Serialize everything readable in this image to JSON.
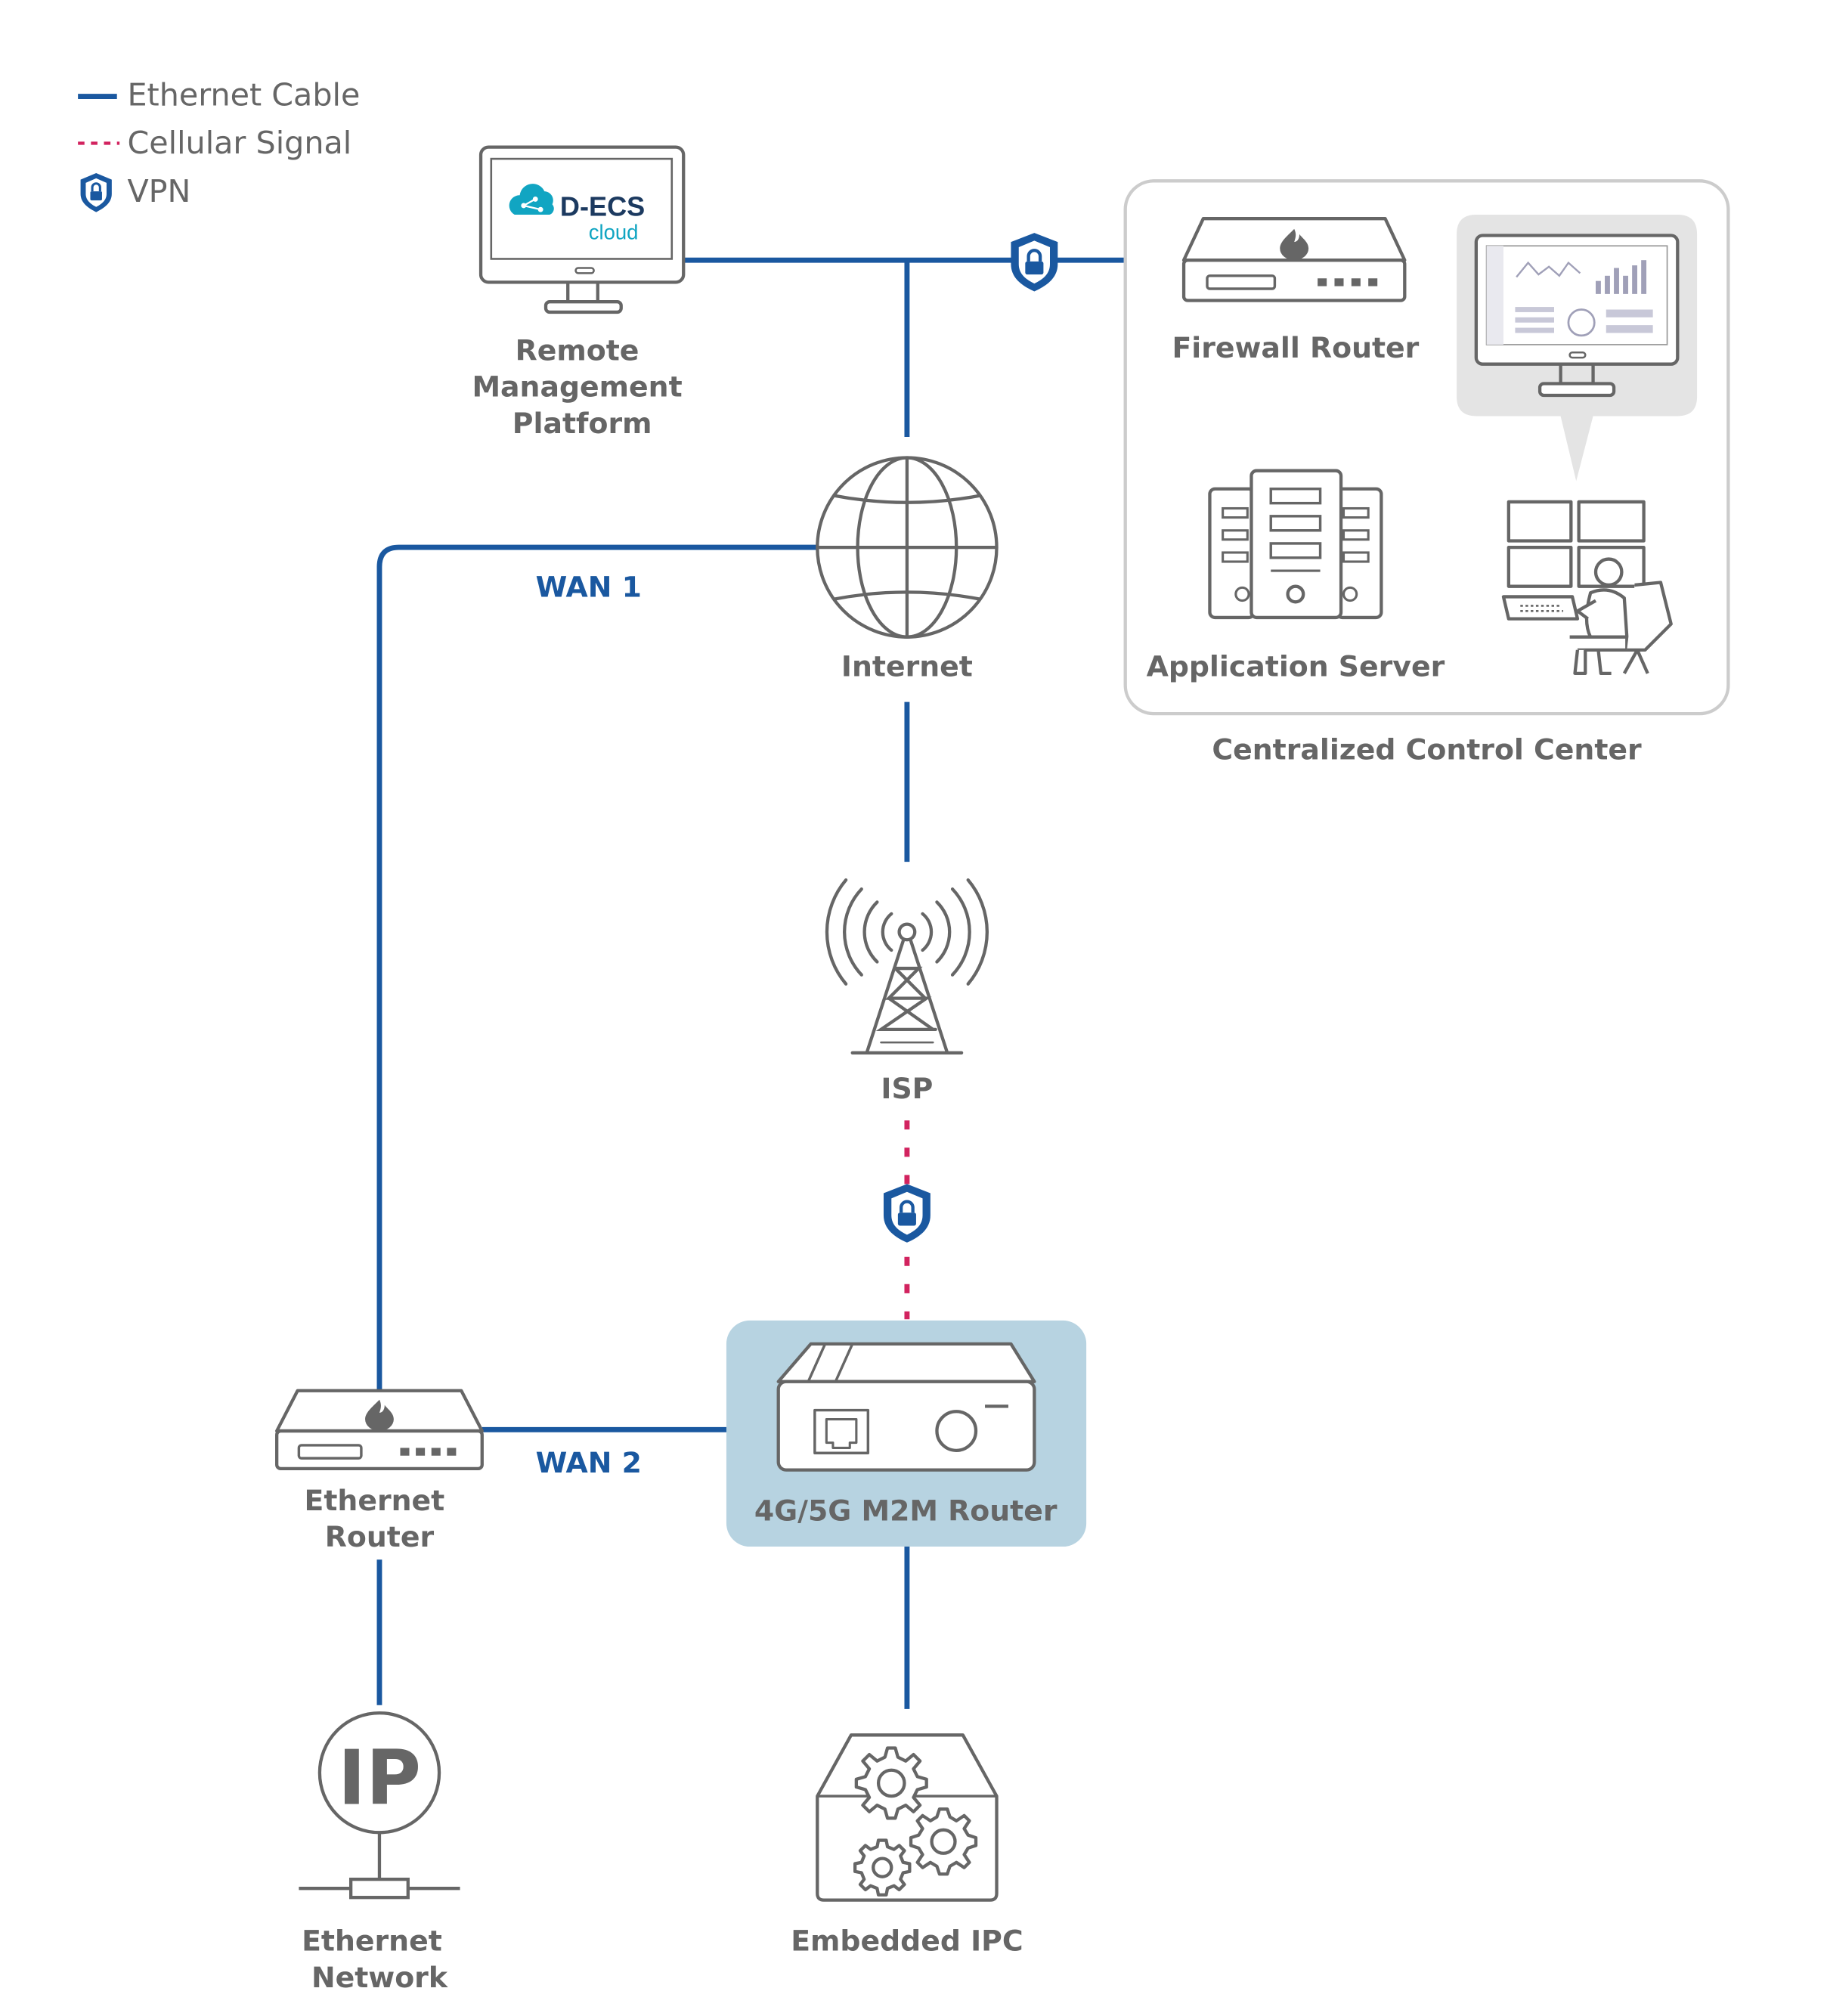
{
  "legend": {
    "ethernet_cable": "Ethernet Cable",
    "cellular_signal": "Cellular Signal",
    "vpn": "VPN"
  },
  "nodes": {
    "remote_platform": [
      "Remote",
      "Management",
      "Platform"
    ],
    "internet": "Internet",
    "firewall_router": "Firewall Router",
    "application_server": "Application Server",
    "control_center": "Centralized Control Center",
    "isp": "ISP",
    "ethernet_router": [
      "Ethernet",
      "Router"
    ],
    "m2m_router": "4G/5G M2M Router",
    "ethernet_network": [
      "Ethernet",
      "Network"
    ],
    "embedded_ipc": "Embedded IPC"
  },
  "links": {
    "wan1": "WAN 1",
    "wan2": "WAN 2"
  },
  "logo": {
    "brand": "D-ECS",
    "sub": "cloud"
  },
  "ip_icon_text": "IP",
  "colors": {
    "ethernet": "#1a58a0",
    "cellular": "#d2235f",
    "icon_stroke": "#666666",
    "m2m_highlight": "#b7d3e1",
    "logo_teal": "#11a5c2",
    "logo_navy": "#1c3a60"
  }
}
